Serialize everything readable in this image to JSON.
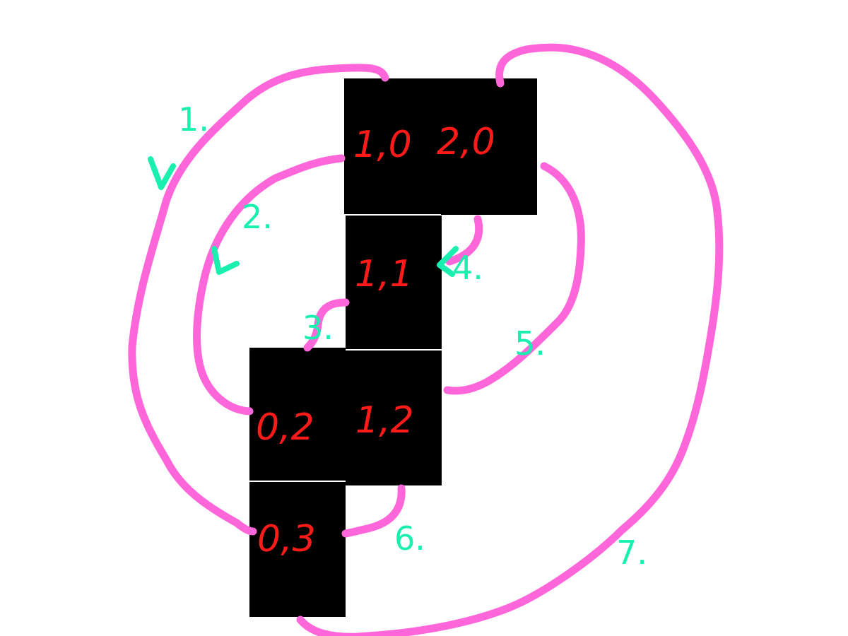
{
  "colors": {
    "background": "#ffffff",
    "cell_fill": "#000000",
    "cell_text": "#ff1a1a",
    "edge": "#ff66d9",
    "step": "#19f0b0"
  },
  "cells": [
    {
      "id": "c10",
      "label": "1,0"
    },
    {
      "id": "c20",
      "label": "2,0"
    },
    {
      "id": "c11",
      "label": "1,1"
    },
    {
      "id": "c02",
      "label": "0,2"
    },
    {
      "id": "c12",
      "label": "1,2"
    },
    {
      "id": "c03",
      "label": "0,3"
    }
  ],
  "steps": [
    {
      "id": "s1",
      "label": "1."
    },
    {
      "id": "s2",
      "label": "2."
    },
    {
      "id": "s3",
      "label": "3."
    },
    {
      "id": "s4",
      "label": "4."
    },
    {
      "id": "s5",
      "label": "5."
    },
    {
      "id": "s6",
      "label": "6."
    },
    {
      "id": "s7",
      "label": "7."
    }
  ]
}
